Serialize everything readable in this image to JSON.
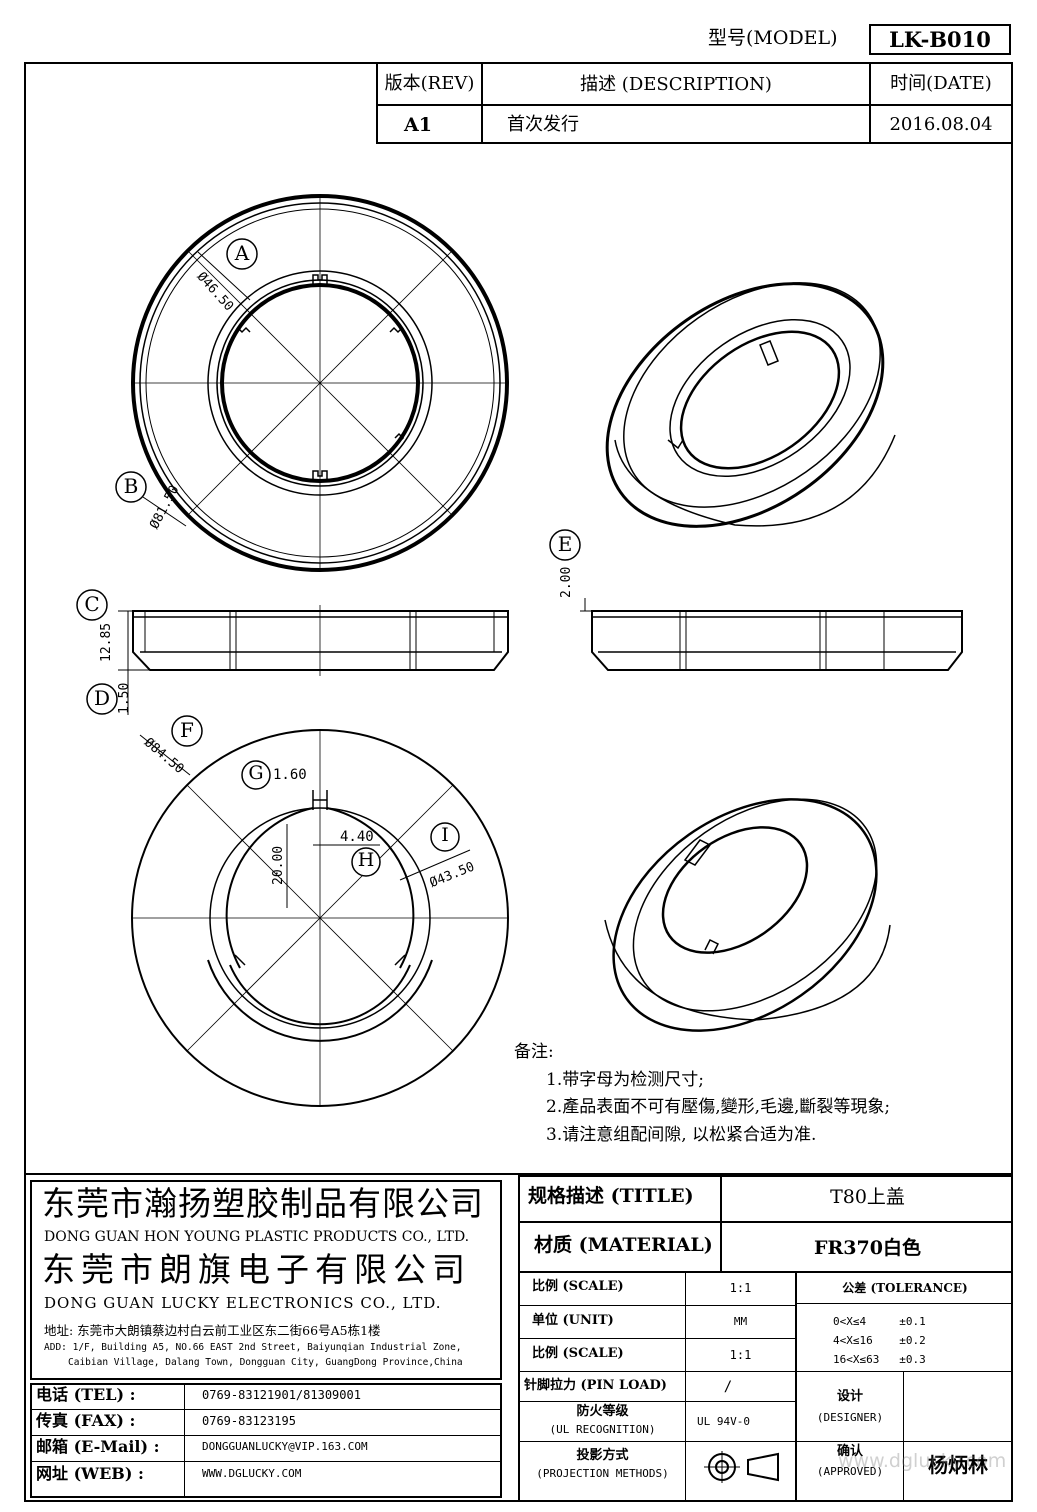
{
  "header": {
    "model_label": "型号(MODEL)",
    "model_value": "LK-B010"
  },
  "revision_table": {
    "rev_header": "版本(REV)",
    "desc_header": "描述 (DESCRIPTION)",
    "date_header": "时间(DATE)",
    "rev_value": "A1",
    "desc_value": "首次发行",
    "date_value": "2016.08.04"
  },
  "dimensions": {
    "a_label": "A",
    "a_value": "Ø46.50",
    "b_label": "B",
    "b_value": "Ø81.50",
    "c_label": "C",
    "c_value": "12.85",
    "d_label": "D",
    "d_value": "1.50",
    "e_label": "E",
    "e_value": "2.00",
    "f_label": "F",
    "f_value": "Ø84.50",
    "g_label": "G",
    "g_value": "1.60",
    "h_label": "H",
    "h_value": "4.40",
    "h_height": "20.00",
    "i_label": "I",
    "i_value": "Ø43.50"
  },
  "notes": {
    "title": "备注:",
    "items": [
      "1.带字母为检测尺寸;",
      "2.產品表面不可有壓傷,變形,毛邊,斷裂等現象;",
      "3.请注意组配间隙, 以松紧合适为准."
    ]
  },
  "company": {
    "name1_cn": "东莞市瀚扬塑胶制品有限公司",
    "name1_en": "DONG GUAN HON YOUNG PLASTIC PRODUCTS CO., LTD.",
    "name2_cn": "东莞市朗旗电子有限公司",
    "name2_en": "DONG GUAN LUCKY ELECTRONICS CO., LTD.",
    "address_cn": "地址: 东莞市大朗镇蔡边村白云前工业区东二街66号A5栋1楼",
    "address_en1": "ADD: 1/F, Building A5, NO.66 EAST 2nd Street, Baiyunqian Industrial Zone,",
    "address_en2": "Caibian Village, Dalang Town, Dongguan City, GuangDong Province,China"
  },
  "contacts": {
    "tel_label": "电话 (TEL) :",
    "tel_value": "0769-83121901/81309001",
    "fax_label": "传真 (FAX) :",
    "fax_value": "0769-83123195",
    "email_label": "邮箱 (E-Mail) :",
    "email_value": "DONGGUANLUCKY@VIP.163.COM",
    "web_label": "网址 (WEB) :",
    "web_value": "WWW.DGLUCKY.COM"
  },
  "spec": {
    "title_label": "规格描述 (TITLE)",
    "title_value": "T80上盖",
    "material_label": "材质 (MATERIAL)",
    "material_value": "FR370白色",
    "scale_label": "比例 (SCALE)",
    "scale_value": "1:1",
    "unit_label": "单位 (UNIT)",
    "unit_value": "MM",
    "scale2_label": "比例 (SCALE)",
    "scale2_value": "1:1",
    "pinload_label": "针脚拉力 (PIN LOAD)",
    "pinload_value": "/",
    "ul_label1": "防火等级",
    "ul_label2": "(UL RECOGNITION)",
    "ul_value": "UL 94V-0",
    "proj_label1": "投影方式",
    "proj_label2": "(PROJECTION METHODS)",
    "tolerance_label": "公差 (TOLERANCE)",
    "tol1": "0<X≤4     ±0.1",
    "tol2": "4<X≤16    ±0.2",
    "tol3": "16<X≤63   ±0.3",
    "designer_label1": "设计",
    "designer_label2": "(DESIGNER)",
    "approved_label1": "确认",
    "approved_label2": "(APPROVED)",
    "approved_value": "杨炳林"
  },
  "watermark": "www.dglucky.com"
}
